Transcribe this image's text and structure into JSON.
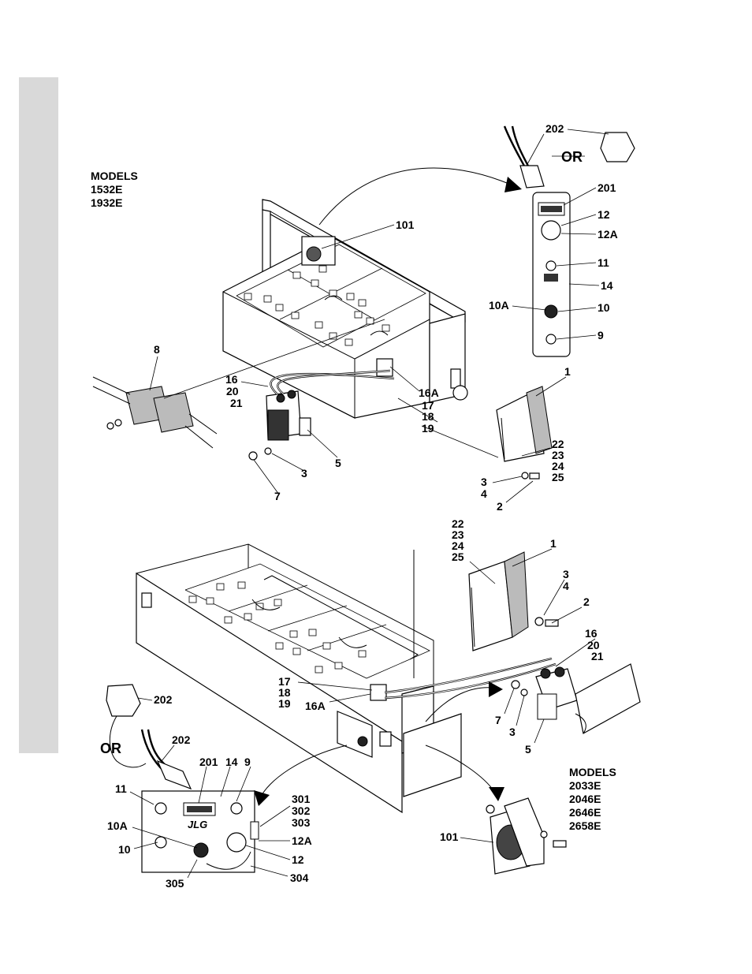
{
  "models_top": {
    "heading": "MODELS",
    "lines": [
      "1532E",
      "1932E"
    ]
  },
  "models_bottom": {
    "heading": "MODELS",
    "lines": [
      "2033E",
      "2046E",
      "2646E",
      "2658E"
    ]
  },
  "or_label": "OR",
  "top_callouts": {
    "c202": "202",
    "c201": "201",
    "c12": "12",
    "c12a": "12A",
    "c11": "11",
    "c14": "14",
    "c10a": "10A",
    "c10": "10",
    "c9": "9",
    "c101": "101",
    "c8": "8",
    "c16": "16",
    "c20": "20",
    "c21": "21",
    "c16a": "16A",
    "c17": "17",
    "c18": "18",
    "c19": "19",
    "c5": "5",
    "c3": "3",
    "c7": "7",
    "c1": "1",
    "c22": "22",
    "c23": "23",
    "c24": "24",
    "c25": "25",
    "c3b": "3",
    "c4": "4",
    "c2": "2"
  },
  "bottom_callouts": {
    "c22": "22",
    "c23": "23",
    "c24": "24",
    "c25": "25",
    "c1": "1",
    "c3": "3",
    "c4": "4",
    "c2": "2",
    "c16": "16",
    "c20": "20",
    "c21": "21",
    "c17": "17",
    "c18": "18",
    "c19": "19",
    "c16a": "16A",
    "c7": "7",
    "c3b": "3",
    "c5": "5",
    "c202a": "202",
    "c202b": "202",
    "c201": "201",
    "c14": "14",
    "c9": "9",
    "c11": "11",
    "c10a": "10A",
    "c10": "10",
    "c305": "305",
    "c304": "304",
    "c301": "301",
    "c302": "302",
    "c303": "303",
    "c12a": "12A",
    "c12": "12",
    "c101": "101"
  },
  "logo_text": "JLG"
}
